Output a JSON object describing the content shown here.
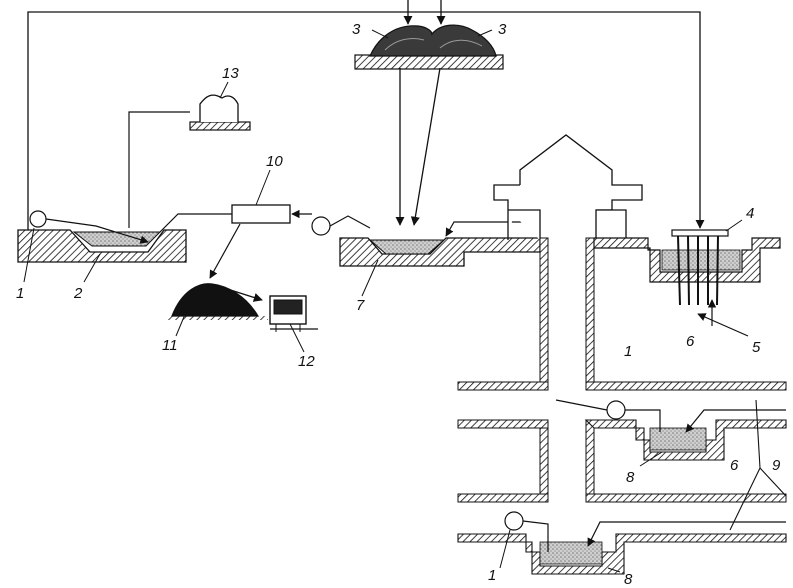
{
  "labels": {
    "pump": "1",
    "settling_pit": "2",
    "heap": "3",
    "electrodes_unit": "4",
    "electrodes": "5",
    "ore_body": "6",
    "collection_pond": "7",
    "sump": "8",
    "drift": "9",
    "processing_unit": "10",
    "residue_pile": "11",
    "product_container": "12",
    "storage_tank": "13"
  },
  "colors": {
    "line": "#111111",
    "hatch": "#111111",
    "solution_dots": "#9a9a9a",
    "background": "#ffffff"
  }
}
